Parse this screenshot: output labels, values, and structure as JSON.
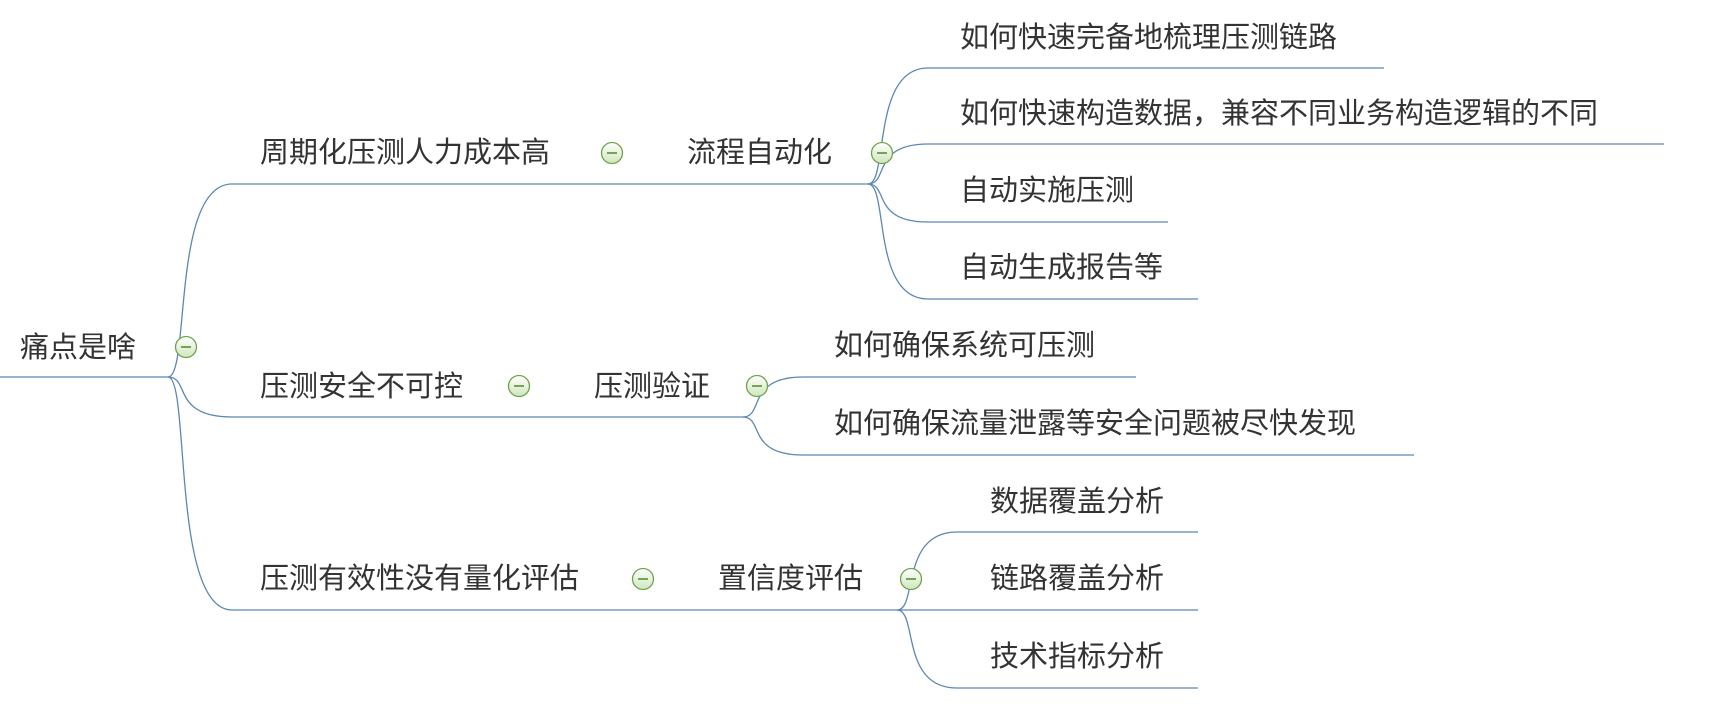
{
  "colors": {
    "line": "#5b87b4",
    "text": "#333333",
    "toggle_stroke": "#6fa24a",
    "toggle_fill_top": "#ffffff",
    "toggle_fill_bottom": "#cfe6bc",
    "toggle_minus": "#5a8f36"
  },
  "toggle_icon": "collapse-minus-icon",
  "root": {
    "label": "痛点是啥",
    "children": [
      {
        "label": "周期化压测人力成本高",
        "children": [
          {
            "label": "流程自动化",
            "children": [
              {
                "label": "如何快速完备地梳理压测链路"
              },
              {
                "label": "如何快速构造数据，兼容不同业务构造逻辑的不同"
              },
              {
                "label": "自动实施压测"
              },
              {
                "label": "自动生成报告等"
              }
            ]
          }
        ]
      },
      {
        "label": "压测安全不可控",
        "children": [
          {
            "label": "压测验证",
            "children": [
              {
                "label": "如何确保系统可压测"
              },
              {
                "label": "如何确保流量泄露等安全问题被尽快发现"
              }
            ]
          }
        ]
      },
      {
        "label": "压测有效性没有量化评估",
        "children": [
          {
            "label": "置信度评估",
            "children": [
              {
                "label": "数据覆盖分析"
              },
              {
                "label": "链路覆盖分析"
              },
              {
                "label": "技术指标分析"
              }
            ]
          }
        ]
      }
    ]
  }
}
